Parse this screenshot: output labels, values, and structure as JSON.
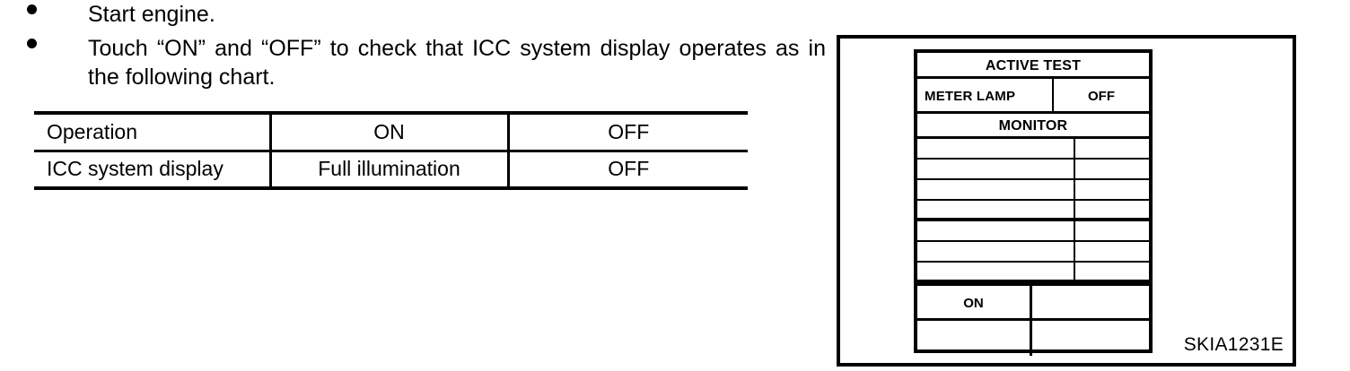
{
  "instructions": {
    "bullets": [
      {
        "text": "Start engine."
      },
      {
        "text": "Touch “ON” and “OFF” to check that ICC system display operates as in the following chart."
      }
    ],
    "bullet_marker": "filled-circle"
  },
  "operation_chart": {
    "columns": [
      "Operation",
      "ON",
      "OFF"
    ],
    "rows": [
      {
        "label": "ICC system display",
        "on": "Full illumination",
        "off": "OFF"
      }
    ]
  },
  "illustration": {
    "figure_id": "SKIA1231E",
    "scan_tool": {
      "title": "ACTIVE TEST",
      "active_test_item": {
        "name": "METER LAMP",
        "value": "OFF"
      },
      "monitor_heading": "MONITOR",
      "monitor_rows": [
        {
          "name": "",
          "value": ""
        },
        {
          "name": "",
          "value": ""
        },
        {
          "name": "",
          "value": ""
        },
        {
          "name": "",
          "value": ""
        },
        {
          "name": "",
          "value": ""
        },
        {
          "name": "",
          "value": ""
        },
        {
          "name": "",
          "value": ""
        }
      ],
      "buttons": [
        {
          "label": "ON",
          "value": ""
        },
        {
          "label": "",
          "value": ""
        }
      ]
    }
  },
  "colors": {
    "ink": "#000000",
    "paper": "#ffffff"
  }
}
